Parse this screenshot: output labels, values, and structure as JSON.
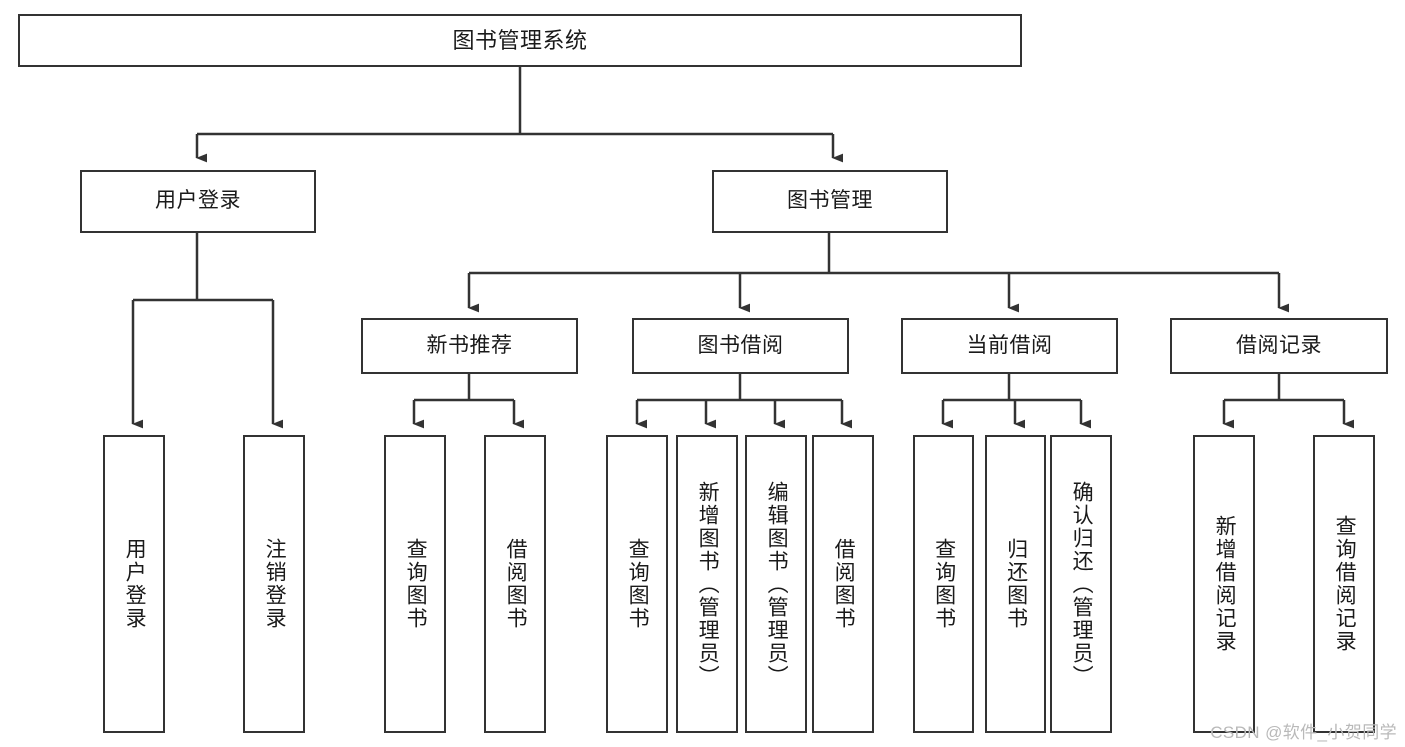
{
  "diagram": {
    "title": "图书管理系统",
    "type": "tree",
    "root": {
      "label": "图书管理系统"
    },
    "level2": [
      {
        "label": "用户登录"
      },
      {
        "label": "图书管理"
      }
    ],
    "level3": [
      {
        "label": "新书推荐"
      },
      {
        "label": "图书借阅"
      },
      {
        "label": "当前借阅"
      },
      {
        "label": "借阅记录"
      }
    ],
    "leaves": {
      "user_login": [
        {
          "label": "用户登录"
        },
        {
          "label": "注销登录"
        }
      ],
      "new_book_recommend": [
        {
          "label": "查询图书"
        },
        {
          "label": "借阅图书"
        }
      ],
      "book_borrow": [
        {
          "label": "查询图书"
        },
        {
          "label": "新增图书（管理员）"
        },
        {
          "label": "编辑图书（管理员）"
        },
        {
          "label": "借阅图书"
        }
      ],
      "current_borrow": [
        {
          "label": "查询图书"
        },
        {
          "label": "归还图书"
        },
        {
          "label": "确认归还（管理员）"
        }
      ],
      "borrow_record": [
        {
          "label": "新增借阅记录"
        },
        {
          "label": "查询借阅记录"
        }
      ]
    },
    "colors": {
      "stroke": "#333333",
      "fill": "#ffffff",
      "text": "#1a1a1a",
      "watermark": "#b9b9b9"
    }
  },
  "watermark": {
    "text": "CSDN @软件_小贺同学"
  }
}
